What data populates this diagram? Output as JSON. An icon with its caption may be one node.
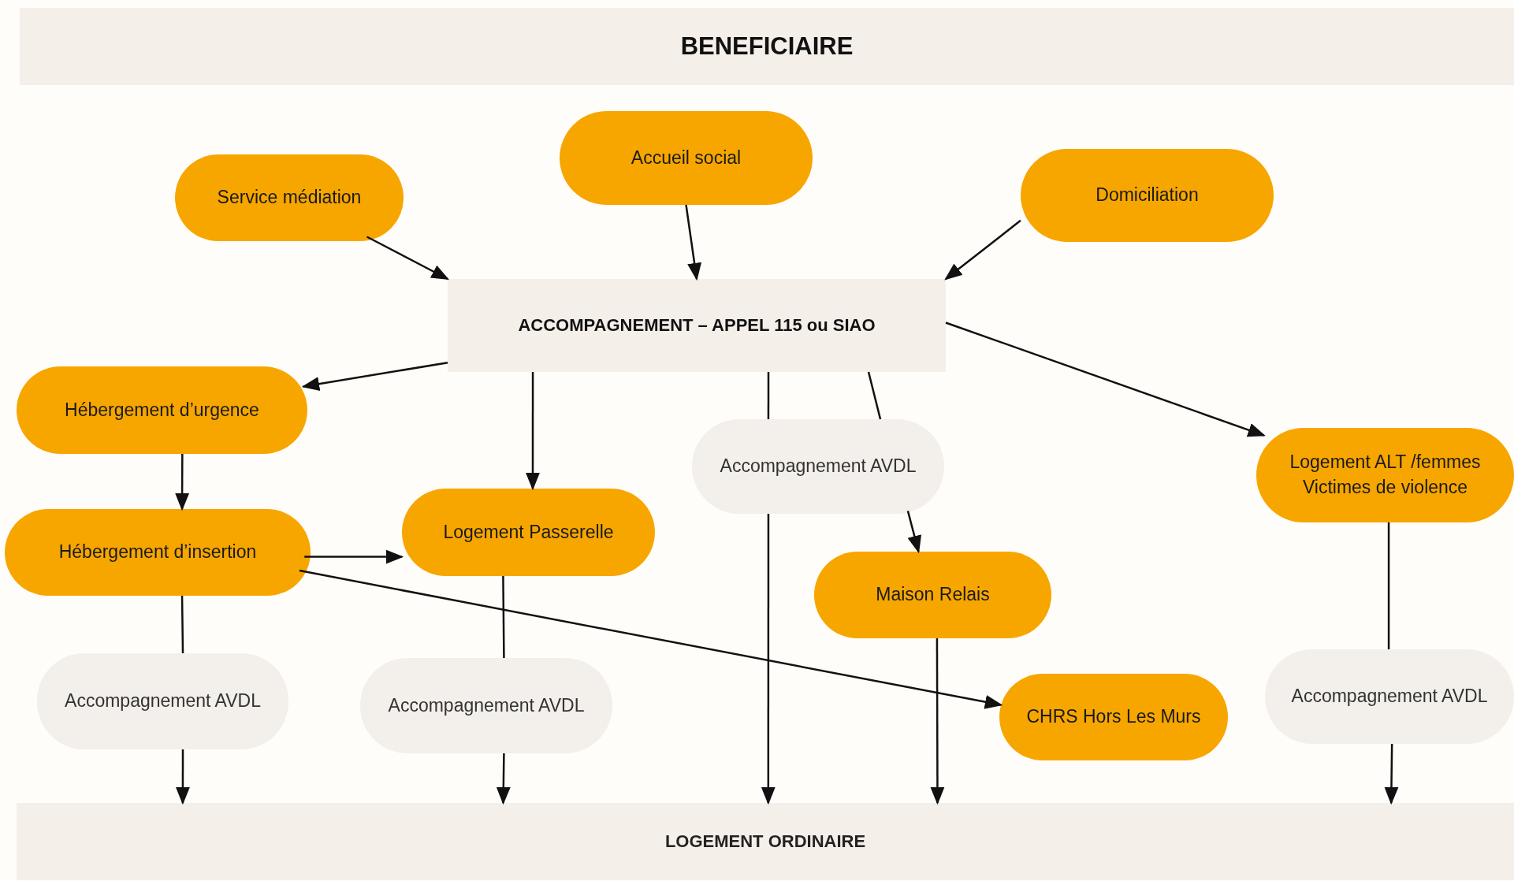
{
  "diagram": {
    "nodes": [
      {
        "text": [
          "BENEFICIAIRE"
        ]
      },
      {
        "text": [
          "Service médiation"
        ]
      },
      {
        "text": [
          "Accueil social"
        ]
      },
      {
        "text": [
          "Domiciliation"
        ]
      },
      {
        "text": [
          "ACCOMPAGNEMENT – APPEL 115 ou SIAO"
        ]
      },
      {
        "text": [
          "Hébergement d’urgence"
        ]
      },
      {
        "text": [
          "Accompagnement AVDL"
        ]
      },
      {
        "text": [
          "Logement ALT /femmes Victimes de violence"
        ]
      },
      {
        "text": [
          "Hébergement d’insertion"
        ]
      },
      {
        "text": [
          "Logement Passerelle"
        ]
      },
      {
        "text": [
          "Maison Relais"
        ]
      },
      {
        "text": [
          "Accompagnement AVDL"
        ]
      },
      {
        "text": [
          "Accompagnement AVDL"
        ]
      },
      {
        "text": [
          "CHRS Hors Les Murs"
        ]
      },
      {
        "text": [
          "Accompagnement AVDL"
        ]
      },
      {
        "text": [
          "LOGEMENT ORDINAIRE"
        ]
      }
    ],
    "edges": [
      {
        "from": 1,
        "to": 4,
        "arrow": "to"
      },
      {
        "from": 2,
        "to": 4,
        "arrow": "to"
      },
      {
        "from": 3,
        "to": 4,
        "arrow": "to"
      },
      {
        "from": 4,
        "to": 5,
        "arrow": "to"
      },
      {
        "from": 4,
        "to": 9,
        "arrow": "to"
      },
      {
        "from": 4,
        "to": 6,
        "arrow": "none"
      },
      {
        "from": 4,
        "to": 6,
        "arrow": "none"
      },
      {
        "from": 4,
        "to": 7,
        "arrow": "to"
      },
      {
        "from": 5,
        "to": 8,
        "arrow": "to"
      },
      {
        "from": 8,
        "to": 9,
        "arrow": "to"
      },
      {
        "from": 8,
        "to": 13,
        "arrow": "to"
      },
      {
        "from": 8,
        "to": 11,
        "arrow": "none"
      },
      {
        "from": 11,
        "to": 15,
        "arrow": "to"
      },
      {
        "from": 9,
        "to": 12,
        "arrow": "none"
      },
      {
        "from": 12,
        "to": 15,
        "arrow": "to"
      },
      {
        "from": 6,
        "to": 15,
        "arrow": "to"
      },
      {
        "from": 6,
        "to": 10,
        "arrow": "to"
      },
      {
        "from": 10,
        "to": 15,
        "arrow": "to"
      },
      {
        "from": 7,
        "to": 14,
        "arrow": "none"
      },
      {
        "from": 14,
        "to": 15,
        "arrow": "to"
      }
    ]
  }
}
